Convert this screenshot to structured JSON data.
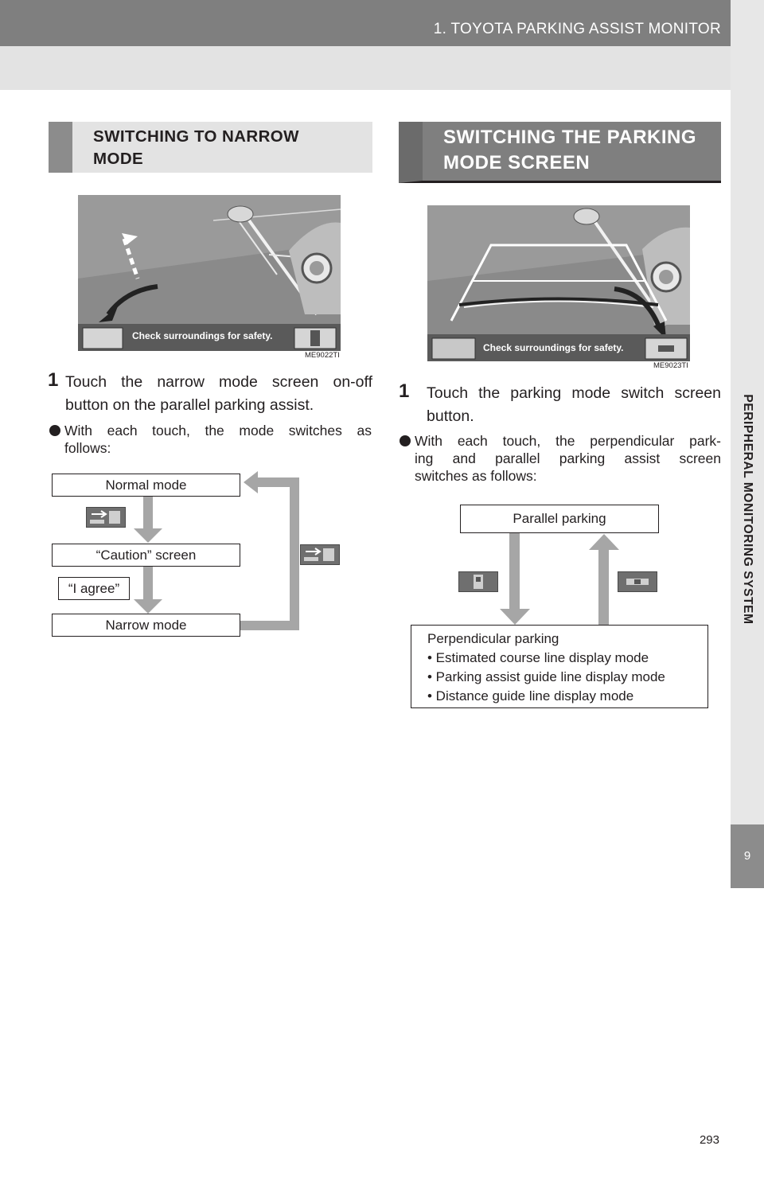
{
  "header": {
    "title": "1. TOYOTA PARKING ASSIST MONITOR"
  },
  "side_tab": {
    "label": "PERIPHERAL MONITORING SYSTEM",
    "chapter": "9"
  },
  "left": {
    "heading_line1": "SWITCHING TO NARROW",
    "heading_line2": "MODE",
    "screen_message": "Check surroundings for safety.",
    "image_code": "ME9022TI",
    "step_number": "1",
    "step_line1": "Touch the narrow mode screen on-off",
    "step_line2": "button on the parallel parking assist.",
    "bullet_line1": "With each touch, the mode switches as",
    "bullet_line2": "follows:",
    "flow": {
      "normal": "Normal mode",
      "caution": "“Caution” screen",
      "agree": "“I agree”",
      "narrow": "Narrow mode"
    }
  },
  "right": {
    "heading_line1": "SWITCHING THE PARKING",
    "heading_line2": "MODE SCREEN",
    "screen_message": "Check surroundings for safety.",
    "image_code": "ME9023TI",
    "step_number": "1",
    "step_line1": "Touch the parking mode switch screen",
    "step_line2": "button.",
    "bullet_line1": "With each touch, the perpendicular park-",
    "bullet_line2": "ing and parallel parking assist screen",
    "bullet_line3": "switches as follows:",
    "flow": {
      "parallel": "Parallel parking",
      "perpendicular": "Perpendicular parking",
      "item1": "• Estimated course line display mode",
      "item2": "• Parking assist guide line display mode",
      "item3": "• Distance guide line display mode"
    }
  },
  "footer": {
    "page_number": "293"
  },
  "icons": [
    "narrow-mode-icon",
    "parking-mode-icon",
    "arrow-down-icon",
    "arrow-up-icon",
    "bullet-circle-icon"
  ]
}
